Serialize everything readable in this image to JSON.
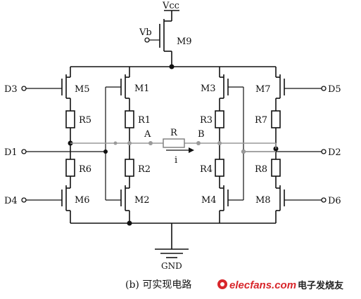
{
  "labels": {
    "vcc": "Vcc",
    "vb": "Vb",
    "M9": "M9",
    "M1": "M1",
    "M2": "M2",
    "M3": "M3",
    "M4": "M4",
    "M5": "M5",
    "M6": "M6",
    "M7": "M7",
    "M8": "M8",
    "R1": "R1",
    "R2": "R2",
    "R3": "R3",
    "R4": "R4",
    "R5": "R5",
    "R6": "R6",
    "R7": "R7",
    "R8": "R8",
    "R": "R",
    "A": "A",
    "B": "B",
    "i": "i",
    "D1": "D1",
    "D2": "D2",
    "D3": "D3",
    "D4": "D4",
    "D5": "D5",
    "D6": "D6",
    "gnd": "GND"
  },
  "caption": "(b)  可实现电路",
  "watermark": {
    "site": "elecfans.com",
    "cn": "电子发烧友"
  }
}
